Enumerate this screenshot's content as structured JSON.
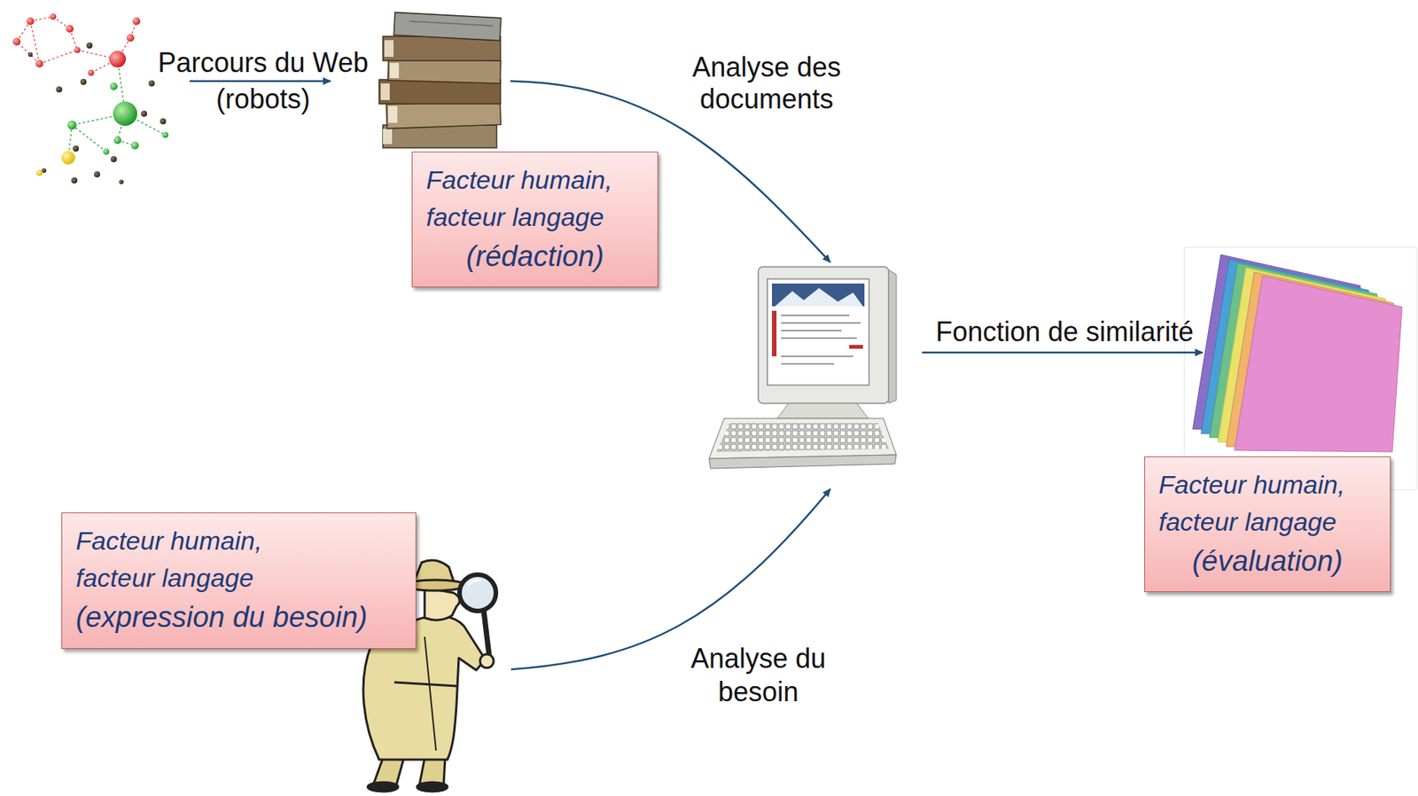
{
  "diagram": {
    "nodes": [
      {
        "text": [
          "Facteur humain, facteur langage",
          "(rédaction)"
        ]
      },
      {
        "text": [
          "Facteur humain, facteur langage",
          "(évaluation)"
        ]
      },
      {
        "text": [
          "Facteur humain, facteur langage",
          "(expression du besoin)"
        ]
      }
    ],
    "labels": [
      "Parcours du Web (robots)",
      "Analyse des documents",
      "Fonction de similarité",
      "Analyse du besoin"
    ]
  }
}
